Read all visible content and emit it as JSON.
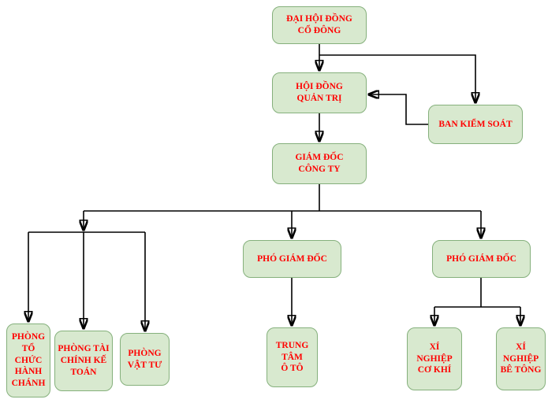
{
  "colors": {
    "box_fill": "#d8e9cf",
    "box_border": "#85b07c",
    "box_text": "#ff0000",
    "line": "#000000",
    "background": "#ffffff"
  },
  "diagram": {
    "type": "org-chart",
    "boxes": [
      {
        "id": "shareholders",
        "label": "ĐẠI HỘI ĐỒNG\nCỔ ĐÔNG"
      },
      {
        "id": "board",
        "label": "HỘI ĐỒNG\nQUẢN TRỊ"
      },
      {
        "id": "supervisory",
        "label": "BAN KIỂM SOÁT"
      },
      {
        "id": "director",
        "label": "GIÁM ĐỐC\nCÔNG TY"
      },
      {
        "id": "deputy-director-1",
        "label": "PHÓ GIÁM ĐỐC"
      },
      {
        "id": "deputy-director-2",
        "label": "PHÓ GIÁM ĐỐC"
      },
      {
        "id": "admin-office",
        "label": "PHÒNG\nTỔ CHỨC\nHÀNH\nCHÁNH"
      },
      {
        "id": "finance-office",
        "label": "PHÒNG TÀI\nCHÍNH KẾ\nTOÁN"
      },
      {
        "id": "materials-office",
        "label": "PHÒNG\nVẬT TƯ"
      },
      {
        "id": "auto-center",
        "label": "TRUNG\nTÂM\nÔ TÔ"
      },
      {
        "id": "mechanical-factory",
        "label": "XÍ\nNGHIỆP\nCƠ KHÍ"
      },
      {
        "id": "concrete-factory",
        "label": "XÍ\nNGHIỆP\nBÊ TÔNG"
      }
    ]
  }
}
